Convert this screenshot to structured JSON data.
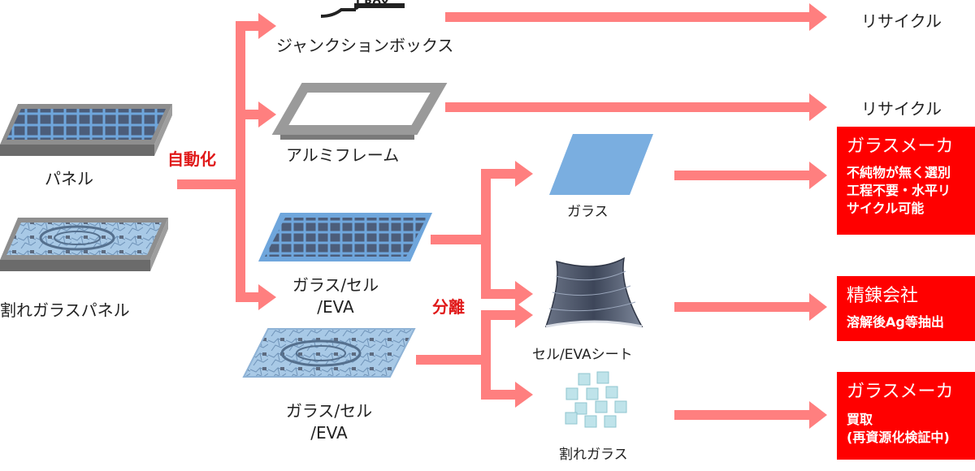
{
  "source": {
    "panel_label": "パネル",
    "broken_panel_label": "割れガラスパネル"
  },
  "process": {
    "auto_label": "自動化",
    "separate_label": "分離"
  },
  "components": {
    "jbox_tag": "J-BOX",
    "jbox_label": "ジャンクションボックス",
    "frame_label": "アルミフレーム",
    "glass_cell_eva_line1": "ガラス/セル",
    "glass_cell_eva_line2": "/EVA",
    "broken_glass_cell_eva_line1": "ガラス/セル",
    "broken_glass_cell_eva_line2": "/EVA"
  },
  "outputs": {
    "glass_label": "ガラス",
    "cell_eva_sheet_label": "セル/EVAシート",
    "broken_glass_label": "割れガラス"
  },
  "destinations": {
    "recycle_1": "リサイクル",
    "recycle_2": "リサイクル",
    "glass_maker_1": {
      "title": "ガラスメーカ",
      "lines": [
        "不純物が無く選別",
        "工程不要・水平リ",
        "サイクル可能"
      ]
    },
    "refinery": {
      "title": "精錬会社",
      "lines": [
        "溶解後Ag等抽出"
      ]
    },
    "glass_maker_2": {
      "title": "ガラスメーカ",
      "lines": [
        "買取",
        "(再資源化検証中)"
      ]
    }
  },
  "colors": {
    "arrow": "#ff7f7f",
    "highlight": "#ff0000",
    "panel_frame": "#8e8e8e",
    "cell": "#4c5d7a",
    "glass_blue": "#7aaee0",
    "broken_glass": "#a8c9e6"
  }
}
